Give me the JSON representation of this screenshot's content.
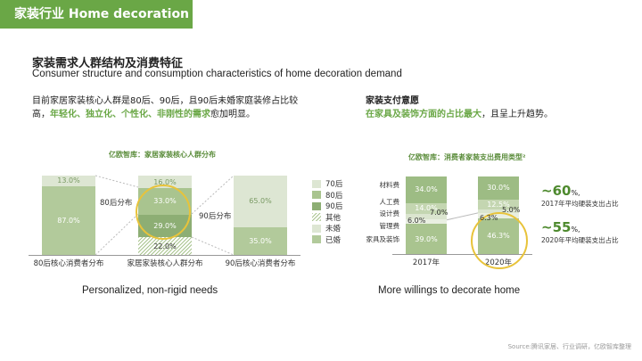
{
  "header": {
    "title": "家装行业 Home decoration industry"
  },
  "section": {
    "title_cn": "家装需求人群结构及消费特征",
    "title_en": "Consumer structure and consumption characteristics of home decoration demand"
  },
  "left_text": {
    "line1": "目前家居家装核心人群是80后、90后，且90后未婚家庭装修占比较",
    "line2_pre": "高，",
    "line2_green": "年轻化、独立化、个性化、非刚性的需求",
    "line2_post": "愈加明显。"
  },
  "right_text": {
    "heading": "家装支付意愿",
    "green": "在家具及装饰方面的占比最大",
    "post": "，且呈上升趋势。"
  },
  "chart_data": [
    {
      "type": "bar",
      "title": "亿欧智库：家居家装核心人群分布",
      "stacked": true,
      "categories": [
        "80后核心消费者分布",
        "家居家装核心人群分布",
        "90后核心消费者分布"
      ],
      "bars": [
        {
          "segments": [
            {
              "name": "已婚",
              "value": 87.0,
              "label": "87.0%"
            },
            {
              "name": "未婚",
              "value": 13.0,
              "label": "13.0%"
            }
          ]
        },
        {
          "segments": [
            {
              "name": "其他",
              "value": 22.0,
              "label": "22.0%"
            },
            {
              "name": "90后",
              "value": 29.0,
              "label": "29.0%"
            },
            {
              "name": "80后",
              "value": 33.0,
              "label": "33.0%"
            },
            {
              "name": "70后",
              "value": 16.0,
              "label": "16.0%"
            }
          ]
        },
        {
          "segments": [
            {
              "name": "已婚",
              "value": 35.0,
              "label": "35.0%"
            },
            {
              "name": "未婚",
              "value": 65.0,
              "label": "65.0%"
            }
          ]
        }
      ],
      "annotations": [
        "80后分布",
        "90后分布"
      ],
      "legend": [
        "70后",
        "80后",
        "90后",
        "其他",
        "未婚",
        "已婚"
      ],
      "ylim": [
        0,
        100
      ]
    },
    {
      "type": "bar",
      "title": "亿欧智库：消费者家装支出费用类型²",
      "stacked": true,
      "categories": [
        "2017年",
        "2020年"
      ],
      "series_names": [
        "家具及装饰",
        "管理费",
        "设计费",
        "人工费",
        "材料费"
      ],
      "bars": [
        {
          "segments": [
            {
              "name": "家具及装饰",
              "value": 39.0,
              "label": "39.0%"
            },
            {
              "name": "管理费",
              "value": 6.0,
              "label": "6.0%"
            },
            {
              "name": "设计费",
              "value": 7.0,
              "label": "7.0%"
            },
            {
              "name": "人工费",
              "value": 14.0,
              "label": "14.0%"
            },
            {
              "name": "材料费",
              "value": 34.0,
              "label": "34.0%"
            }
          ]
        },
        {
          "segments": [
            {
              "name": "家具及装饰",
              "value": 46.3,
              "label": "46.3%"
            },
            {
              "name": "管理费",
              "value": 6.3,
              "label": "6.3%"
            },
            {
              "name": "设计费",
              "value": 5.0,
              "label": "5.0%"
            },
            {
              "name": "人工费",
              "value": 12.5,
              "label": "12.5%"
            },
            {
              "name": "材料费",
              "value": 30.0,
              "label": "30.0%"
            }
          ]
        }
      ],
      "ylim": [
        0,
        100
      ]
    }
  ],
  "callouts": [
    {
      "value": "~60",
      "unit": "%,",
      "desc": "2017年平均硬装支出占比"
    },
    {
      "value": "~55",
      "unit": "%,",
      "desc": "2020年平均硬装支出占比"
    }
  ],
  "captions": {
    "left": "Personalized, non-rigid needs",
    "right": "More willings to decorate home"
  },
  "source": "Source:腾讯家居、行业调研，亿欧智库整理",
  "colors": {
    "green": "#6aa746",
    "ring": "#e8c33a"
  }
}
